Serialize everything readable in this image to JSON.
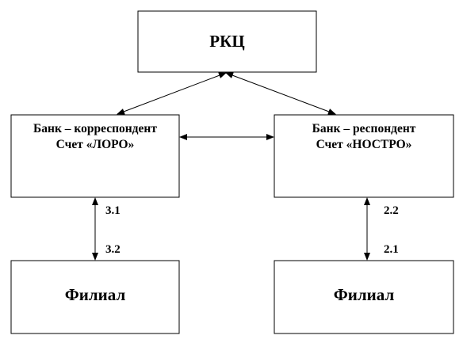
{
  "nodes": {
    "rkc": {
      "label": "РКЦ"
    },
    "correspondent": {
      "line1": "Банк – корреспондент",
      "line2": "Счет «ЛОРО»"
    },
    "respondent": {
      "line1": "Банк – респондент",
      "line2": "Счет «НОСТРО»"
    },
    "branch_left": {
      "label": "Филиал"
    },
    "branch_right": {
      "label": "Филиал"
    }
  },
  "edge_labels": {
    "left_top": "3.1",
    "left_bottom": "3.2",
    "right_top": "2.2",
    "right_bottom": "2.1"
  }
}
